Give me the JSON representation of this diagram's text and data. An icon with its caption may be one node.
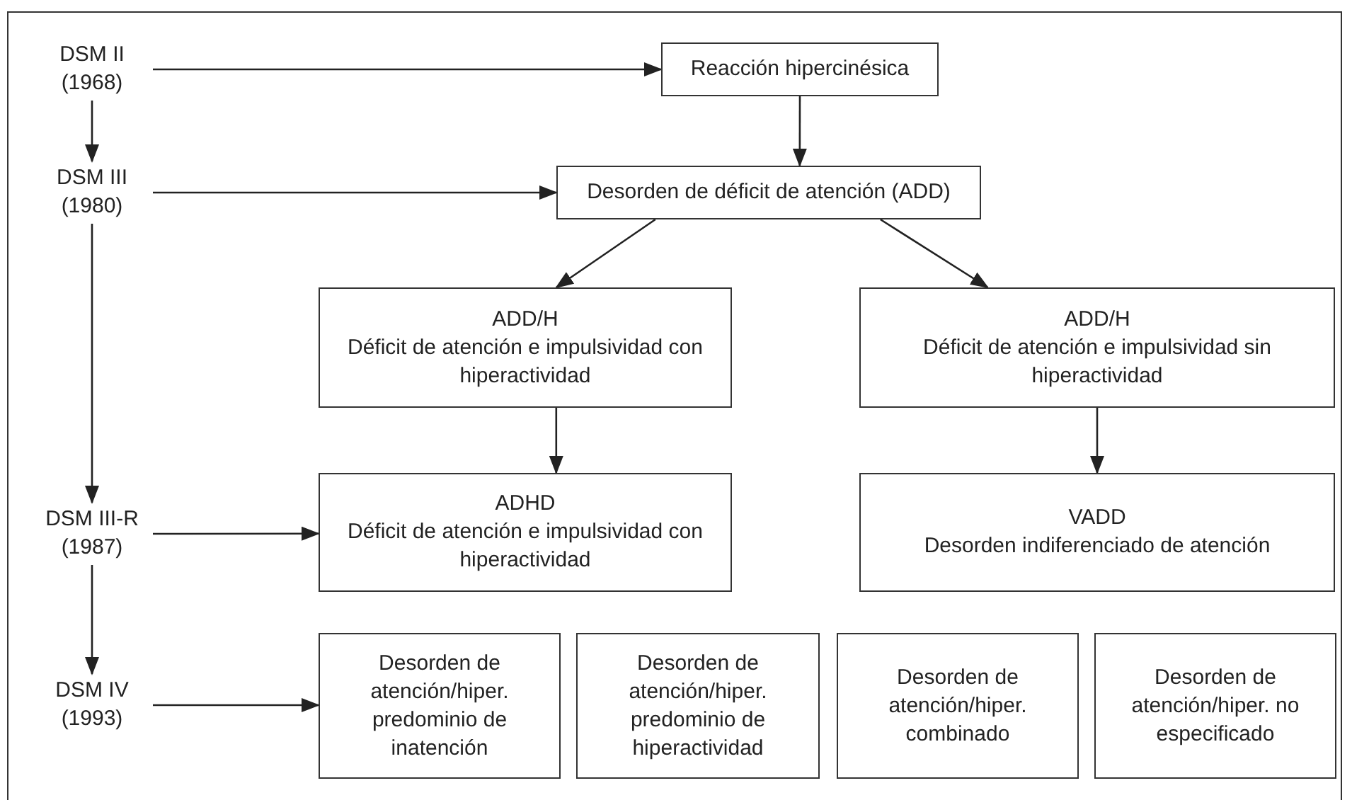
{
  "diagram": {
    "nodes": [
      {
        "text": [
          "DSM II (1968)"
        ]
      },
      {
        "text": [
          "Reacción hipercinésica"
        ]
      },
      {
        "text": [
          "DSM III (1980)"
        ]
      },
      {
        "text": [
          "Desorden de déficit de atención (ADD)"
        ]
      },
      {
        "text": [
          "ADD/H",
          "Déficit de atención e impulsividad con hiperactividad"
        ]
      },
      {
        "text": [
          "ADD/H",
          "Déficit de atención e impulsividad sin hiperactividad"
        ]
      },
      {
        "text": [
          "DSM III-R (1987)"
        ]
      },
      {
        "text": [
          "ADHD",
          "Déficit de atención e impulsividad con hiperactividad"
        ]
      },
      {
        "text": [
          "VADD",
          "Desorden indiferenciado de atención"
        ]
      },
      {
        "text": [
          "DSM IV (1993)"
        ]
      },
      {
        "text": [
          "Desorden de atención/hiper. predominio de inatención"
        ]
      },
      {
        "text": [
          "Desorden de atención/hiper. predominio de hiperactividad"
        ]
      },
      {
        "text": [
          "Desorden de atención/hiper. combinado"
        ]
      },
      {
        "text": [
          "Desorden de atención/hiper. no especificado"
        ]
      }
    ],
    "edges": [
      {
        "from": 0,
        "to": 1,
        "arrow": "to"
      },
      {
        "from": 0,
        "to": 2,
        "arrow": "to"
      },
      {
        "from": 1,
        "to": 3,
        "arrow": "to"
      },
      {
        "from": 2,
        "to": 3,
        "arrow": "to"
      },
      {
        "from": 3,
        "to": 4,
        "arrow": "to"
      },
      {
        "from": 3,
        "to": 5,
        "arrow": "to"
      },
      {
        "from": 2,
        "to": 6,
        "arrow": "to"
      },
      {
        "from": 4,
        "to": 7,
        "arrow": "to"
      },
      {
        "from": 5,
        "to": 8,
        "arrow": "to"
      },
      {
        "from": 6,
        "to": 7,
        "arrow": "to"
      },
      {
        "from": 6,
        "to": 9,
        "arrow": "to"
      },
      {
        "from": 9,
        "to": 10,
        "arrow": "to"
      }
    ]
  }
}
